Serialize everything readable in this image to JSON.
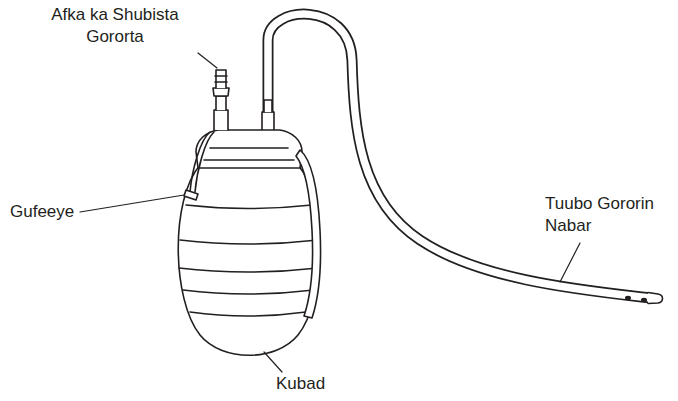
{
  "diagram": {
    "labels": [
      "Afka ka Shubista Gororta",
      "Gufeeye",
      "Tuubo Gororin Nabar",
      "Kubad"
    ]
  }
}
